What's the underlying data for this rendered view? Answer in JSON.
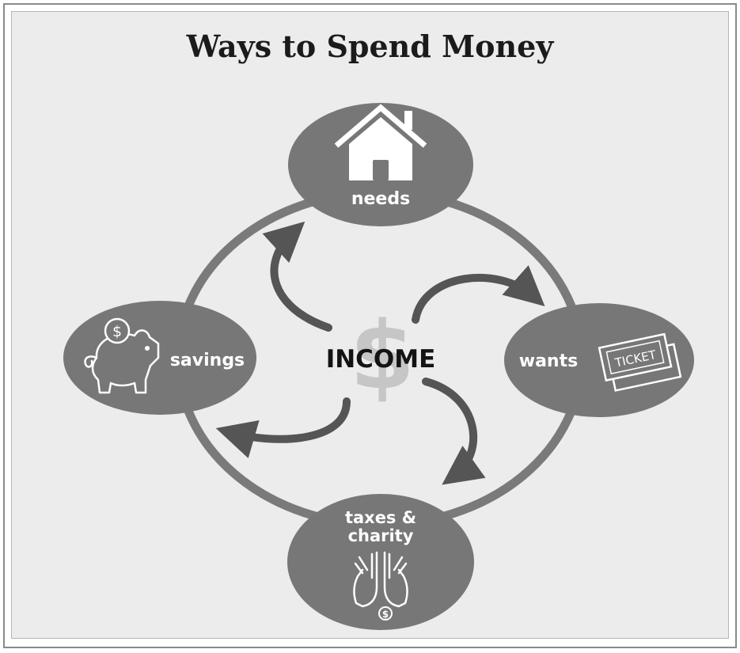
{
  "title": "Ways to Spend Money",
  "center": {
    "label": "INCOME",
    "symbol": "$"
  },
  "nodes": {
    "needs": {
      "label": "needs",
      "icon": "house-icon"
    },
    "wants": {
      "label": "wants",
      "icon": "ticket-icon",
      "icon_text": "TICKET"
    },
    "taxes": {
      "label_line1": "taxes &",
      "label_line2": "charity",
      "icon": "open-hands-icon",
      "coin_symbol": "$"
    },
    "savings": {
      "label": "savings",
      "icon": "piggy-bank-icon",
      "coin_symbol": "$"
    }
  },
  "colors": {
    "node_fill": "#777777",
    "ring": "#7a7a7a",
    "arrow": "#555555",
    "dollar": "#c6c6c6",
    "background": "#ececec"
  }
}
